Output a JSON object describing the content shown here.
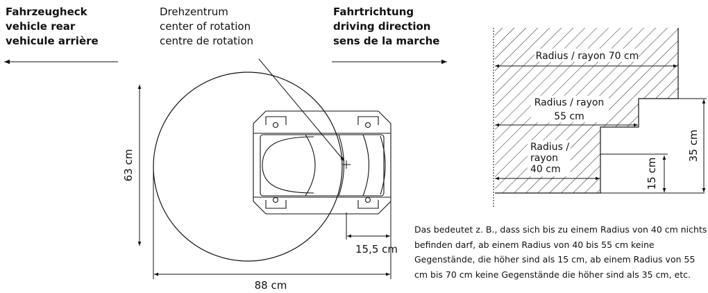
{
  "rear_label": {
    "de": "Fahrzeugheck",
    "en": "vehicle rear",
    "fr": "vehicule arrière"
  },
  "rotation_label": {
    "de": "Drehzentrum",
    "en": "center of rotation",
    "fr": "centre de rotation"
  },
  "direction_label": {
    "de": "Fahrtrichtung",
    "en": "driving direction",
    "fr": "sens de la marche"
  },
  "dimensions": {
    "height": "63 cm",
    "width": "88 cm",
    "offset": "15,5 cm"
  },
  "zones": {
    "radius_70": "Radius / rayon 70 cm",
    "radius_55_line1": "Radius / rayon",
    "radius_55_line2": "55 cm",
    "radius_40_line1": "Radius /",
    "radius_40_line2": "rayon",
    "radius_40_line3": "40 cm",
    "height_35": "35 cm",
    "height_15": "15 cm"
  },
  "caption": "Das bedeutet z. B., dass sich bis zu einem Radius von 40 cm nichts befinden darf, ab einem Radius von 40 bis 55 cm keine Gegenstände, die höher sind als 15 cm, ab einem Radius von 55 cm bis 70 cm keine Gegenstände die höher sind als 35 cm, etc."
}
